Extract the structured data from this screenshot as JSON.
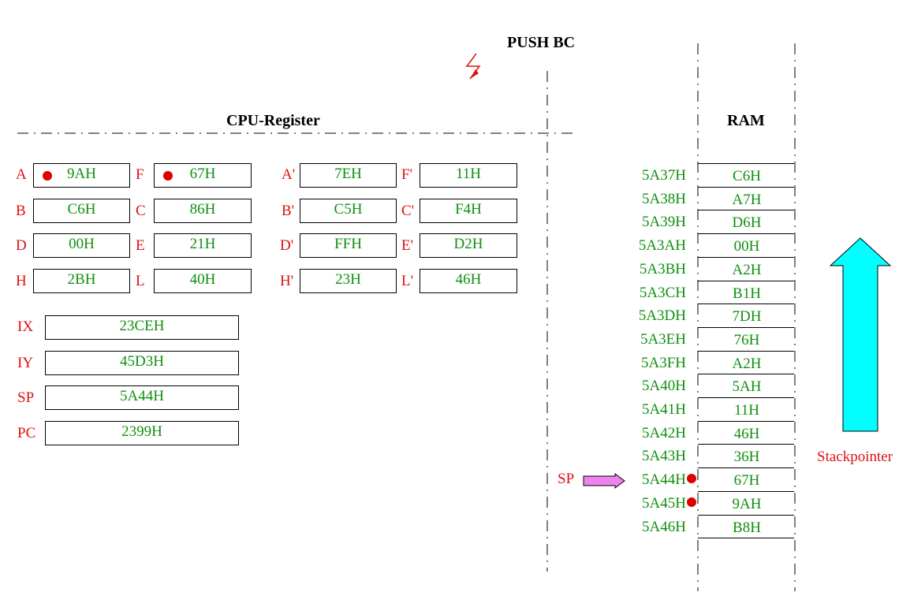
{
  "title": "PUSH BC",
  "cpu_section_title": "CPU-Register",
  "ram_section_title": "RAM",
  "stackpointer_label": "Stackpointer",
  "sp_pointer_label": "SP",
  "colors": {
    "label": "#e01010",
    "value": "#109010",
    "arrow_up": "#00ffff",
    "arrow_sp": "#ee82ee",
    "dot": "#dd0000"
  },
  "registers_main": [
    {
      "label": "A",
      "value": "9AH",
      "marked": true
    },
    {
      "label": "F",
      "value": "67H",
      "marked": true
    },
    {
      "label": "B",
      "value": "C6H",
      "marked": false
    },
    {
      "label": "C",
      "value": "86H",
      "marked": false
    },
    {
      "label": "D",
      "value": "00H",
      "marked": false
    },
    {
      "label": "E",
      "value": "21H",
      "marked": false
    },
    {
      "label": "H",
      "value": "2BH",
      "marked": false
    },
    {
      "label": "L",
      "value": "40H",
      "marked": false
    }
  ],
  "registers_alt": [
    {
      "label": "A'",
      "value": "7EH"
    },
    {
      "label": "F'",
      "value": "11H"
    },
    {
      "label": "B'",
      "value": "C5H"
    },
    {
      "label": "C'",
      "value": "F4H"
    },
    {
      "label": "D'",
      "value": "FFH"
    },
    {
      "label": "E'",
      "value": "D2H"
    },
    {
      "label": "H'",
      "value": "23H"
    },
    {
      "label": "L'",
      "value": "46H"
    }
  ],
  "registers_16": [
    {
      "label": "IX",
      "value": "23CEH"
    },
    {
      "label": "IY",
      "value": "45D3H"
    },
    {
      "label": "SP",
      "value": "5A44H"
    },
    {
      "label": "PC",
      "value": "2399H"
    }
  ],
  "ram": [
    {
      "address": "5A37H",
      "value": "C6H",
      "marked": false
    },
    {
      "address": "5A38H",
      "value": "A7H",
      "marked": false
    },
    {
      "address": "5A39H",
      "value": "D6H",
      "marked": false
    },
    {
      "address": "5A3AH",
      "value": "00H",
      "marked": false
    },
    {
      "address": "5A3BH",
      "value": "A2H",
      "marked": false
    },
    {
      "address": "5A3CH",
      "value": "B1H",
      "marked": false
    },
    {
      "address": "5A3DH",
      "value": "7DH",
      "marked": false
    },
    {
      "address": "5A3EH",
      "value": "76H",
      "marked": false
    },
    {
      "address": "5A3FH",
      "value": "A2H",
      "marked": false
    },
    {
      "address": "5A40H",
      "value": "5AH",
      "marked": false
    },
    {
      "address": "5A41H",
      "value": "11H",
      "marked": false
    },
    {
      "address": "5A42H",
      "value": "46H",
      "marked": false
    },
    {
      "address": "5A43H",
      "value": "36H",
      "marked": false
    },
    {
      "address": "5A44H",
      "value": "67H",
      "marked": true
    },
    {
      "address": "5A45H",
      "value": "9AH",
      "marked": true
    },
    {
      "address": "5A46H",
      "value": "B8H",
      "marked": false
    }
  ]
}
